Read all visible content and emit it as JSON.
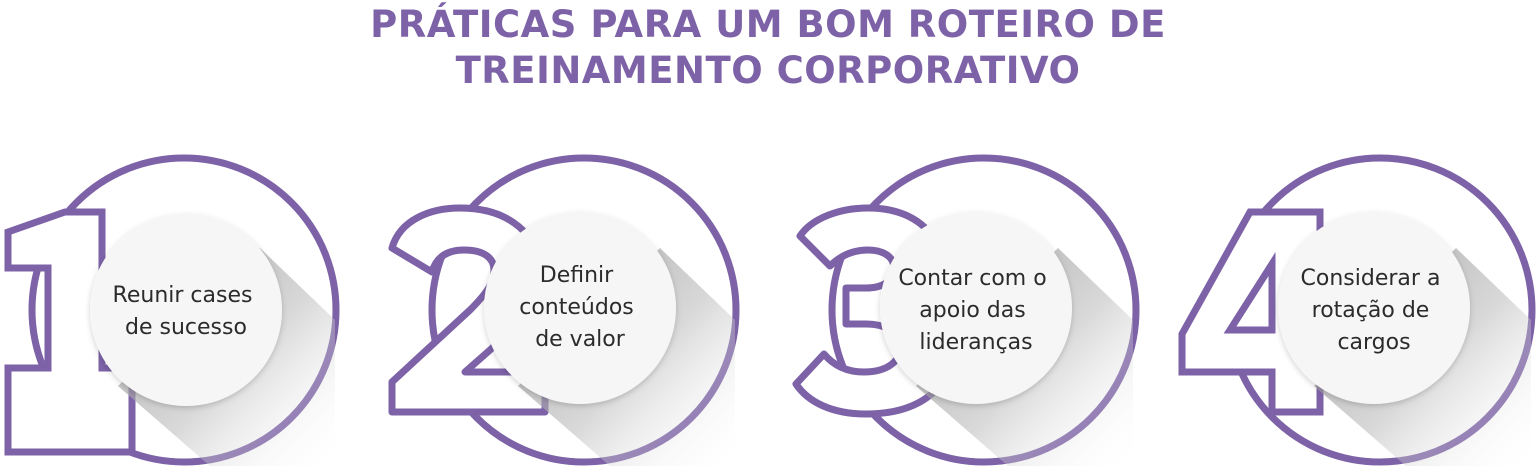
{
  "title": {
    "line1": "PRÁTICAS PARA UM BOM ROTEIRO DE",
    "line2": "TREINAMENTO CORPORATIVO"
  },
  "colors": {
    "accent": "#7d62a8",
    "circle_fill": "#f6f6f6",
    "shadow": "#9a9a9a",
    "text": "#2b2b2b"
  },
  "steps": [
    {
      "number": "1",
      "lines": [
        "Reunir cases",
        "de sucesso"
      ]
    },
    {
      "number": "2",
      "lines": [
        "Definir",
        "conteúdos",
        "de valor"
      ]
    },
    {
      "number": "3",
      "lines": [
        "Contar com o",
        "apoio das",
        "lideranças"
      ]
    },
    {
      "number": "4",
      "lines": [
        "Considerar a",
        "rotação de",
        "cargos"
      ]
    }
  ]
}
